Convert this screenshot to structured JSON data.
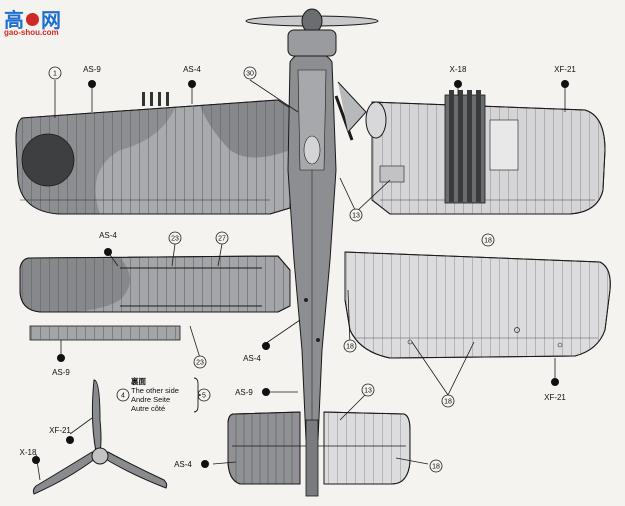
{
  "watermark": {
    "brand_main": "高",
    "brand_net": "网",
    "site": "gao-shou.com"
  },
  "paint_codes": {
    "as9_top_left": "AS-9",
    "as4_top": "AS-4",
    "x18_top": "X-18",
    "xf21_top": "XF-21",
    "as4_left_wing": "AS-4",
    "as9_left_bottom": "AS-9",
    "as4_center": "AS-4",
    "as9_center": "AS-9",
    "as4_tail": "AS-4",
    "xf21_right": "XF-21",
    "xf21_prop": "XF-21",
    "x18_prop": "X-18"
  },
  "part_numbers": {
    "p1": "1",
    "p30": "30",
    "p13_a": "13",
    "p18_a": "18",
    "p23_a": "23",
    "p27": "27",
    "p23_b": "23",
    "p18_b": "18",
    "p18_c": "18",
    "p13_b": "13",
    "p18_d": "18",
    "p4": "4",
    "p5": "5"
  },
  "other_side_note": {
    "kanji": "裏面",
    "en": "The other side",
    "de": "Andre Seite",
    "fr": "Autre côté"
  },
  "colors": {
    "ink": "#1a1a1a",
    "upper_wing_grey": "#9c9da0",
    "upper_wing_light": "#c9cacc",
    "camo_dark": "#7a7c80",
    "lower_surface": "#d8d8da",
    "roundel": "#454547",
    "fuselage": "#8b8c8f"
  }
}
